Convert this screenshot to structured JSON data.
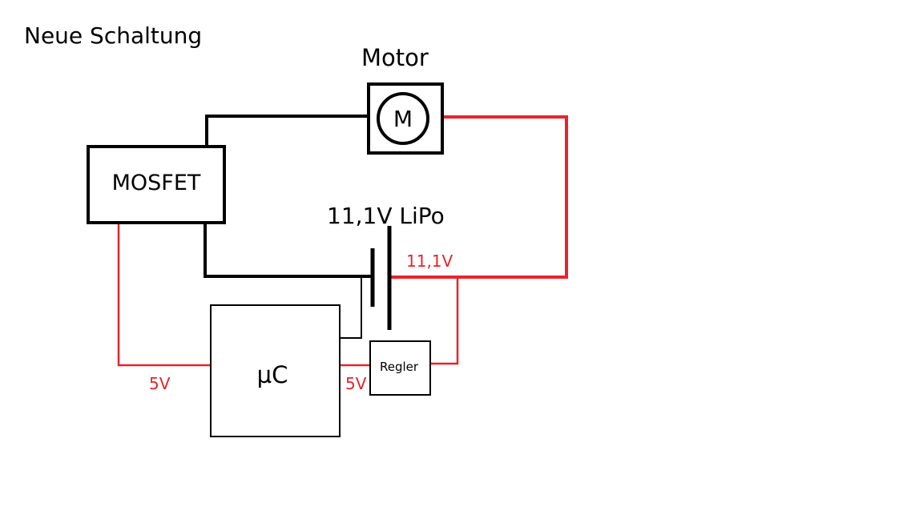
{
  "title": "Neue Schaltung",
  "components": {
    "motor_label": "Motor",
    "motor_symbol": "M",
    "mosfet": "MOSFET",
    "battery": "11,1V LiPo",
    "mcu": "µC",
    "regulator": "Regler"
  },
  "voltages": {
    "battery_out": "11,1V",
    "mcu_supply": "5V",
    "regulator_out": "5V"
  },
  "colors": {
    "power_wire": "#e8242b",
    "signal_wire": "#000000"
  }
}
